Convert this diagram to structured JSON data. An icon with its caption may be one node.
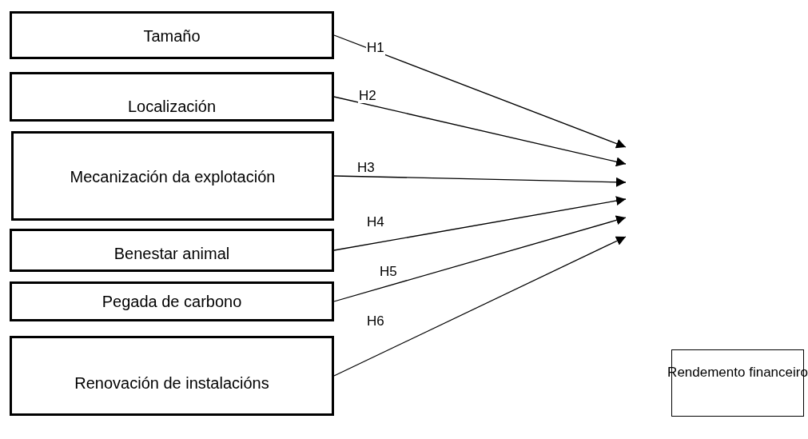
{
  "diagram": {
    "nodes": [
      {
        "text": [
          "Tamaño"
        ]
      },
      {
        "text": [
          "Localización"
        ]
      },
      {
        "text": [
          "Mecanización da explotación"
        ]
      },
      {
        "text": [
          "Benestar animal"
        ]
      },
      {
        "text": [
          "Pegada de carbono"
        ]
      },
      {
        "text": [
          "Renovación de instalacións"
        ]
      },
      {
        "text": [
          "Rendemento financeiro"
        ]
      }
    ],
    "edges": [
      {
        "from": 0,
        "to": null,
        "arrow": "to",
        "label": "H1"
      },
      {
        "from": 1,
        "to": null,
        "arrow": "to",
        "label": "H2"
      },
      {
        "from": 2,
        "to": null,
        "arrow": "to",
        "label": "H3"
      },
      {
        "from": 3,
        "to": null,
        "arrow": "to",
        "label": "H4"
      },
      {
        "from": 4,
        "to": null,
        "arrow": "to",
        "label": "H5"
      },
      {
        "from": 5,
        "to": null,
        "arrow": "to",
        "label": "H6"
      }
    ]
  }
}
